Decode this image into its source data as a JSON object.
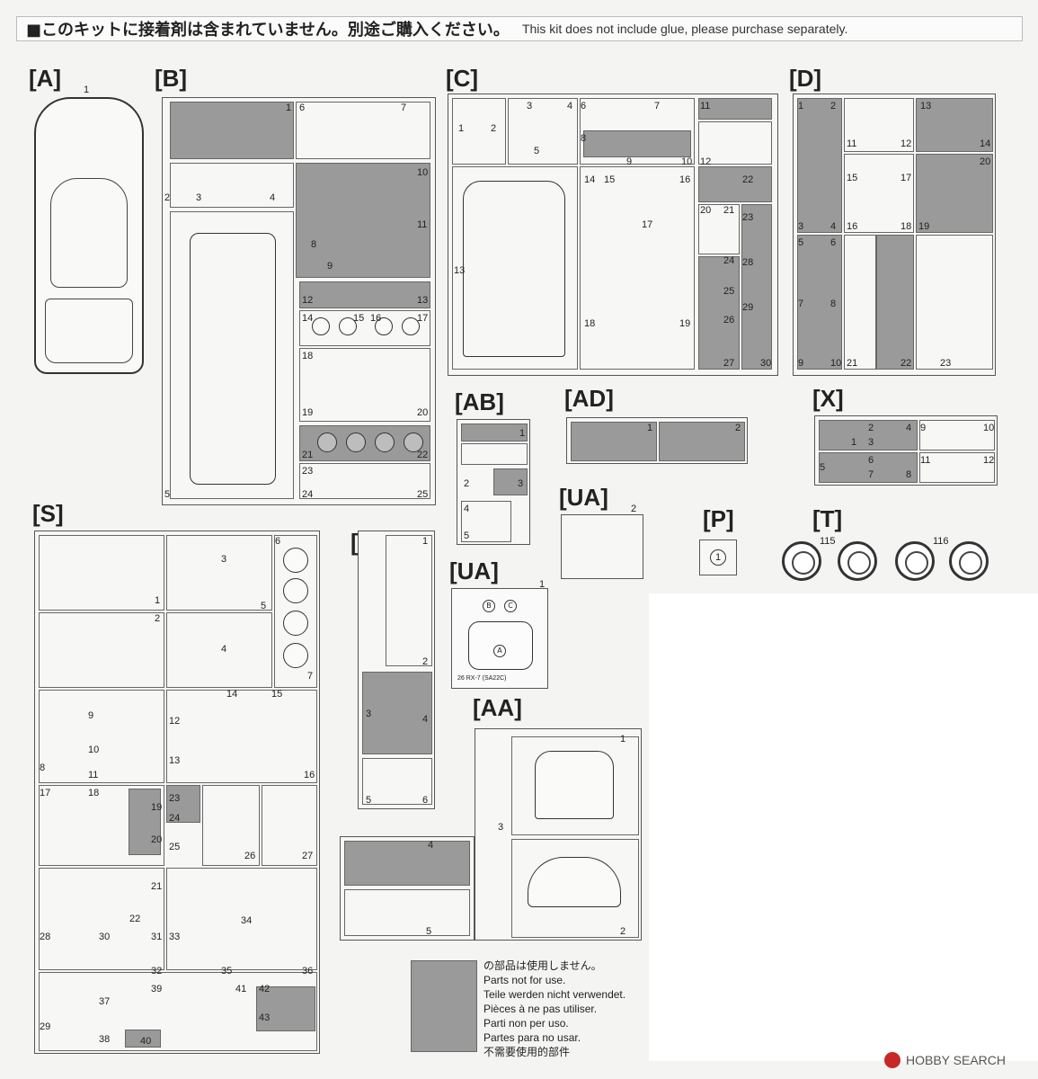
{
  "header": {
    "japanese": "■このキットに接着剤は含まれていません。別途ご購入ください。",
    "english": "This kit does not include glue, please purchase separately."
  },
  "sprues": {
    "A": "[A]",
    "B": "[B]",
    "C": "[C]",
    "D": "[D]",
    "AB": "[AB]",
    "AD": "[AD]",
    "X": "[X]",
    "S": "[S]",
    "E": "[E]",
    "UA1": "[UA]",
    "UA2": "[UA]",
    "P": "[P]",
    "T": "[T]",
    "AA": "[AA]"
  },
  "part_numbers": {
    "A": [
      "1"
    ],
    "B": [
      "1",
      "2",
      "3",
      "4",
      "5",
      "6",
      "7",
      "8",
      "9",
      "10",
      "11",
      "12",
      "13",
      "14",
      "15",
      "16",
      "17",
      "18",
      "19",
      "20",
      "21",
      "22",
      "23",
      "24",
      "25"
    ],
    "C": [
      "1",
      "2",
      "3",
      "4",
      "5",
      "6",
      "7",
      "8",
      "9",
      "10",
      "11",
      "12",
      "13",
      "14",
      "15",
      "16",
      "17",
      "18",
      "19",
      "20",
      "21",
      "22",
      "23",
      "24",
      "25",
      "26",
      "27",
      "28",
      "29",
      "30"
    ],
    "D": [
      "1",
      "2",
      "3",
      "4",
      "5",
      "6",
      "7",
      "8",
      "9",
      "10",
      "11",
      "12",
      "13",
      "14",
      "15",
      "16",
      "17",
      "18",
      "19",
      "20",
      "21",
      "22",
      "23"
    ],
    "AB": [
      "1",
      "2",
      "3",
      "4",
      "5"
    ],
    "AD": [
      "1",
      "2"
    ],
    "X": [
      "1",
      "2",
      "3",
      "4",
      "5",
      "6",
      "7",
      "8",
      "9",
      "10",
      "11",
      "12"
    ],
    "S": [
      "1",
      "2",
      "3",
      "4",
      "5",
      "6",
      "7",
      "8",
      "9",
      "10",
      "11",
      "12",
      "13",
      "14",
      "15",
      "16",
      "17",
      "18",
      "19",
      "20",
      "21",
      "22",
      "23",
      "24",
      "25",
      "26",
      "27",
      "28",
      "29",
      "30",
      "31",
      "32",
      "33",
      "34",
      "35",
      "36",
      "37",
      "38",
      "39",
      "40",
      "41",
      "42",
      "43"
    ],
    "E": [
      "1",
      "2",
      "3",
      "4",
      "5",
      "6"
    ],
    "UA1": [
      "2"
    ],
    "UA2": [
      "1"
    ],
    "P": [
      "1"
    ],
    "T": [
      "115",
      "116"
    ],
    "AA": [
      "1",
      "2",
      "3",
      "4",
      "5"
    ]
  },
  "ua_decal": {
    "letters": [
      "B",
      "C",
      "A"
    ],
    "caption": "RX-7 (SA22C)",
    "badge": "26"
  },
  "legend": {
    "lines": [
      "の部品は使用しません。",
      "Parts not for use.",
      "Teile werden nicht verwendet.",
      "Pièces à ne pas utiliser.",
      "Parti non per uso.",
      "Partes para no usar.",
      "不需要使用的部件"
    ]
  },
  "watermark": {
    "brand": "HOBBY SEARCH"
  },
  "colors": {
    "unused_part_fill": "#9a9a9a",
    "line": "#333333"
  }
}
